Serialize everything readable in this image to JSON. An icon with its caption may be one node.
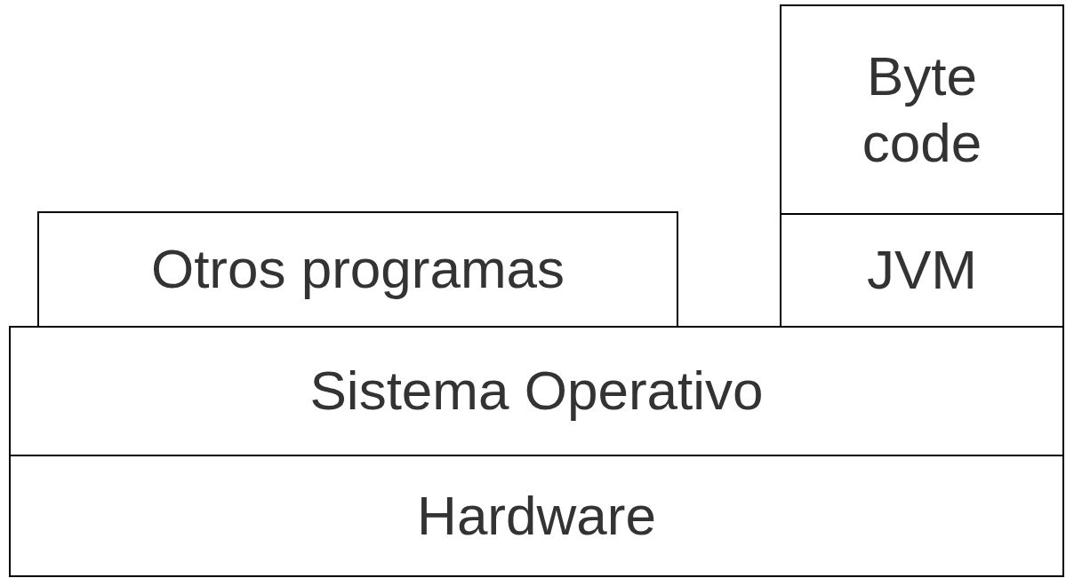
{
  "diagram": {
    "nodes": [
      {
        "text": [
          "Byte code"
        ]
      },
      {
        "text": [
          "JVM"
        ]
      },
      {
        "text": [
          "Otros programas"
        ]
      },
      {
        "text": [
          "Sistema Operativo"
        ]
      },
      {
        "text": [
          "Hardware"
        ]
      }
    ]
  }
}
